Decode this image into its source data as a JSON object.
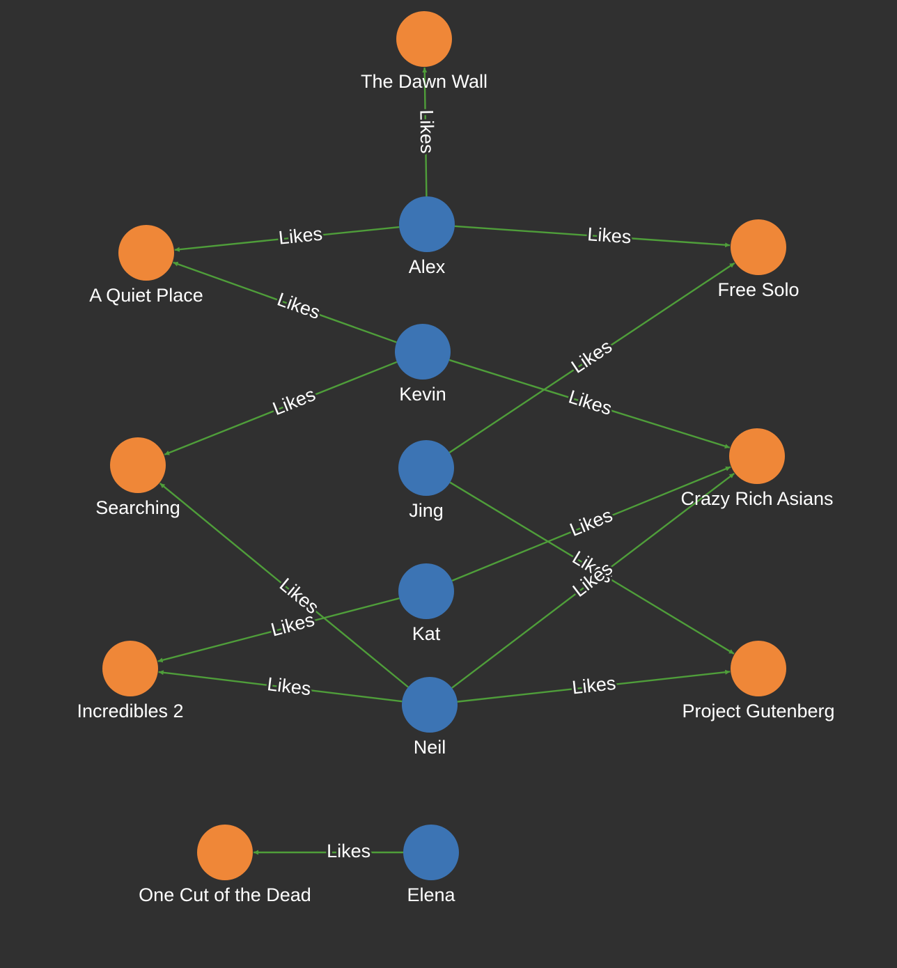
{
  "colors": {
    "background": "#303030",
    "person": "#3c74b4",
    "movie": "#ef8738",
    "edge": "#4f9e3a",
    "label": "#ffffff"
  },
  "nodes": {
    "dawn_wall": {
      "label": "The Dawn Wall",
      "kind": "movie"
    },
    "alex": {
      "label": "Alex",
      "kind": "person"
    },
    "quiet_place": {
      "label": "A Quiet Place",
      "kind": "movie"
    },
    "free_solo": {
      "label": "Free Solo",
      "kind": "movie"
    },
    "kevin": {
      "label": "Kevin",
      "kind": "person"
    },
    "searching": {
      "label": "Searching",
      "kind": "movie"
    },
    "jing": {
      "label": "Jing",
      "kind": "person"
    },
    "crazy_rich": {
      "label": "Crazy Rich Asians",
      "kind": "movie"
    },
    "kat": {
      "label": "Kat",
      "kind": "person"
    },
    "incredibles": {
      "label": "Incredibles 2",
      "kind": "movie"
    },
    "neil": {
      "label": "Neil",
      "kind": "person"
    },
    "gutenberg": {
      "label": "Project Gutenberg",
      "kind": "movie"
    },
    "one_cut": {
      "label": "One Cut of the Dead",
      "kind": "movie"
    },
    "elena": {
      "label": "Elena",
      "kind": "person"
    }
  },
  "edges": [
    {
      "from": "alex",
      "to": "dawn_wall",
      "label": "Likes"
    },
    {
      "from": "alex",
      "to": "quiet_place",
      "label": "Likes"
    },
    {
      "from": "alex",
      "to": "free_solo",
      "label": "Likes"
    },
    {
      "from": "kevin",
      "to": "quiet_place",
      "label": "Likes"
    },
    {
      "from": "kevin",
      "to": "searching",
      "label": "Likes"
    },
    {
      "from": "kevin",
      "to": "crazy_rich",
      "label": "Likes"
    },
    {
      "from": "jing",
      "to": "free_solo",
      "label": "Likes"
    },
    {
      "from": "jing",
      "to": "gutenberg",
      "label": "Likes"
    },
    {
      "from": "kat",
      "to": "crazy_rich",
      "label": "Likes"
    },
    {
      "from": "kat",
      "to": "incredibles",
      "label": "Likes"
    },
    {
      "from": "neil",
      "to": "searching",
      "label": "Likes"
    },
    {
      "from": "neil",
      "to": "incredibles",
      "label": "Likes"
    },
    {
      "from": "neil",
      "to": "crazy_rich",
      "label": "Likes"
    },
    {
      "from": "neil",
      "to": "gutenberg",
      "label": "Likes"
    },
    {
      "from": "elena",
      "to": "one_cut",
      "label": "Likes"
    }
  ]
}
